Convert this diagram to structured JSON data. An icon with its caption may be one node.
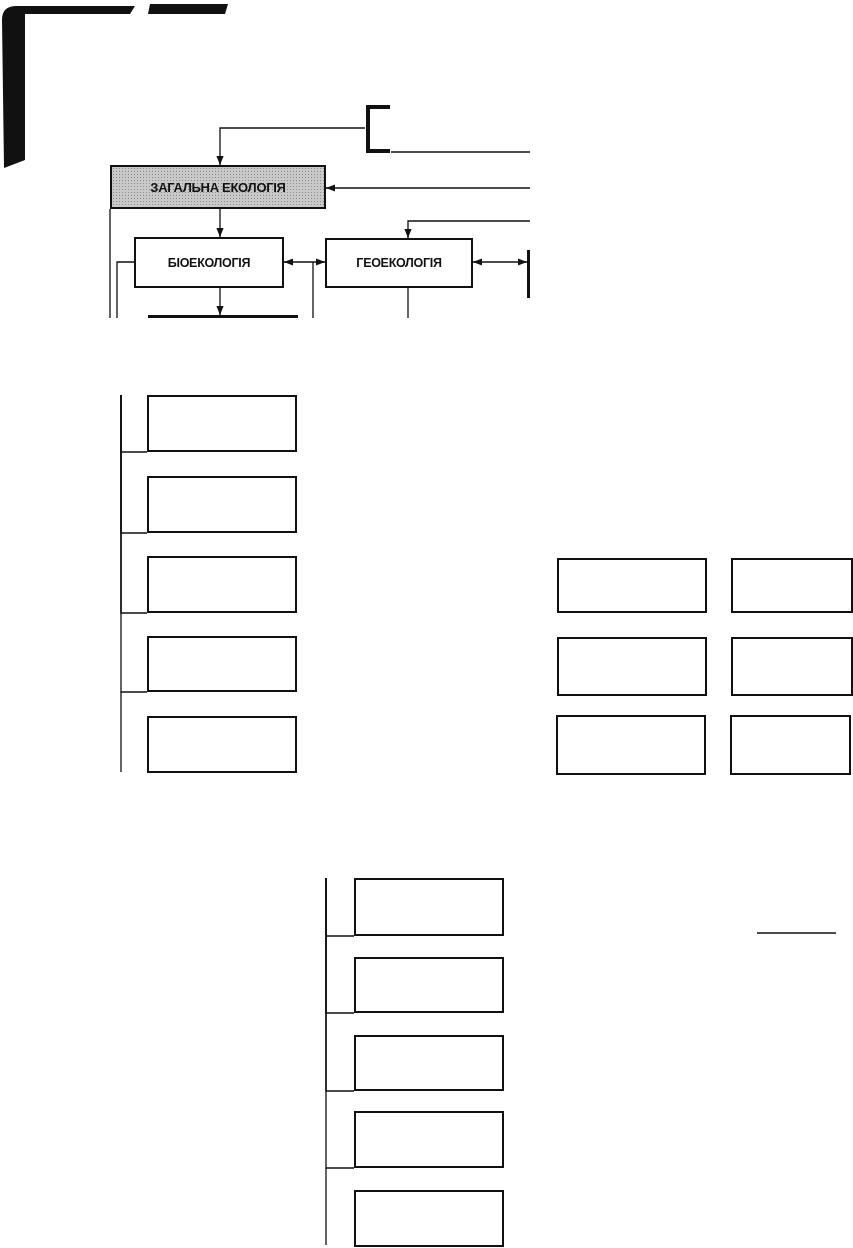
{
  "diagram": {
    "nodes": [
      {
        "text": [],
        "shape": "bracket"
      },
      {
        "text": [
          "ЗАГАЛЬНА ЕКОЛОГІЯ"
        ]
      },
      {
        "text": [
          "БІОЕКОЛОГІЯ"
        ]
      },
      {
        "text": [
          "ГЕОЕКОЛОГІЯ"
        ]
      },
      {
        "text": [],
        "shape": "bar"
      },
      {
        "text": [],
        "shape": "bar"
      },
      {
        "text": [],
        "shape": "box"
      },
      {
        "text": [],
        "shape": "box"
      },
      {
        "text": [],
        "shape": "box"
      },
      {
        "text": [],
        "shape": "box"
      },
      {
        "text": [],
        "shape": "box"
      },
      {
        "text": [],
        "shape": "box"
      },
      {
        "text": [],
        "shape": "box"
      },
      {
        "text": [],
        "shape": "box"
      },
      {
        "text": [],
        "shape": "box"
      },
      {
        "text": [],
        "shape": "box"
      },
      {
        "text": [],
        "shape": "box"
      },
      {
        "text": [],
        "shape": "box"
      },
      {
        "text": [],
        "shape": "box"
      },
      {
        "text": [],
        "shape": "box"
      },
      {
        "text": [],
        "shape": "box"
      },
      {
        "text": [],
        "shape": "box"
      }
    ],
    "edges": [
      {
        "from": 0,
        "to": 1,
        "arrow": "to"
      },
      {
        "from": 0,
        "to": null,
        "arrow": "none"
      },
      {
        "from": null,
        "to": 1,
        "arrow": "to"
      },
      {
        "from": null,
        "to": 3,
        "arrow": "to"
      },
      {
        "from": 1,
        "to": 2,
        "arrow": "to"
      },
      {
        "from": 2,
        "to": 3,
        "arrow": "both"
      },
      {
        "from": 3,
        "to": 4,
        "arrow": "both"
      },
      {
        "from": 2,
        "to": 5,
        "arrow": "to"
      },
      {
        "from": 3,
        "to": null,
        "arrow": "none"
      },
      {
        "from": 1,
        "to": null,
        "arrow": "none"
      },
      {
        "from": 2,
        "to": null,
        "arrow": "none"
      },
      {
        "from": null,
        "to": 6,
        "arrow": "none"
      },
      {
        "from": null,
        "to": 7,
        "arrow": "none"
      },
      {
        "from": null,
        "to": 8,
        "arrow": "none"
      },
      {
        "from": null,
        "to": 9,
        "arrow": "none"
      },
      {
        "from": null,
        "to": 17,
        "arrow": "none"
      },
      {
        "from": null,
        "to": 18,
        "arrow": "none"
      },
      {
        "from": null,
        "to": 19,
        "arrow": "none"
      },
      {
        "from": null,
        "to": 20,
        "arrow": "none"
      }
    ]
  }
}
